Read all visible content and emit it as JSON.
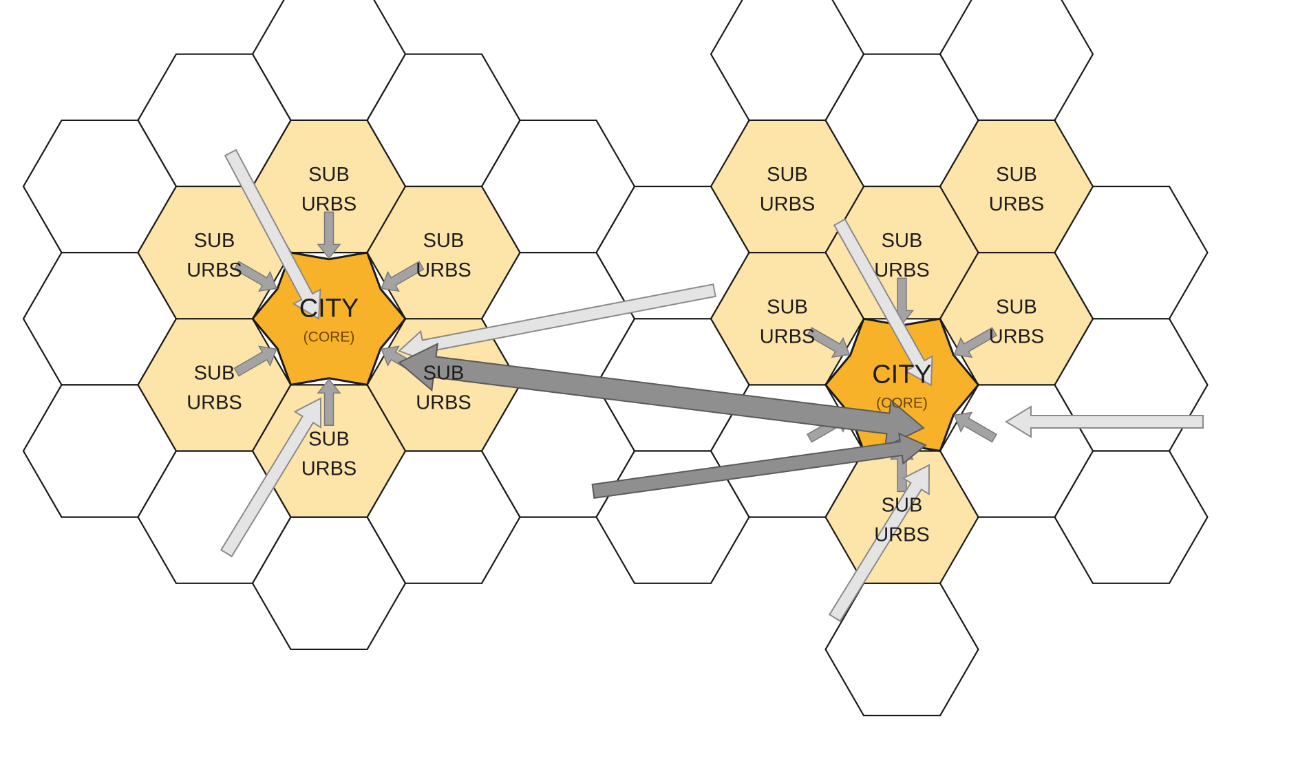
{
  "labels": {
    "suburb_line1": "SUB",
    "suburb_line2": "URBS",
    "city": "CITY",
    "core": "(CORE)"
  },
  "colors": {
    "empty_cell": "#ffffff",
    "suburb_cell": "#fde4a8",
    "core_cell": "#f7b22a",
    "outline": "#1a1a1a",
    "arrow_light": "#e4e4e4",
    "arrow_dark": "#8f8f8f"
  },
  "clusters": [
    {
      "name": "left-city",
      "core_label": "CITY",
      "suburb_count": 6
    },
    {
      "name": "right-city",
      "core_label": "CITY",
      "suburb_count": 6
    }
  ],
  "connections": [
    {
      "from": "left-city",
      "to": "right-city",
      "type": "two-way"
    },
    {
      "from": "outside",
      "to": "right-city",
      "type": "one-way"
    }
  ]
}
